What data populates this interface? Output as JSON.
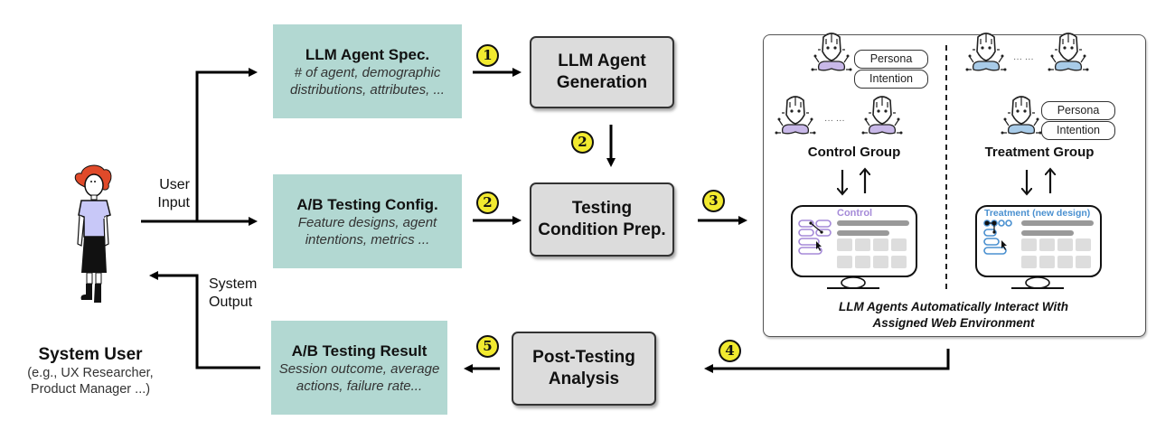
{
  "user": {
    "title": "System User",
    "subtitle_line1": "(e.g., UX Researcher,",
    "subtitle_line2": "Product Manager ...)",
    "input_label_1": "User",
    "input_label_2": "Input",
    "output_label_1": "System",
    "output_label_2": "Output"
  },
  "inputs": {
    "agent_spec": {
      "title": "LLM Agent Spec.",
      "desc_1": "# of agent, demographic",
      "desc_2": "distributions, attributes, ..."
    },
    "ab_config": {
      "title": "A/B Testing Config.",
      "desc_1": "Feature designs, agent",
      "desc_2": "intentions, metrics ..."
    },
    "ab_result": {
      "title": "A/B Testing Result",
      "desc_1": "Session outcome, average",
      "desc_2": "actions, failure rate..."
    }
  },
  "process": {
    "generation": {
      "line1": "LLM Agent",
      "line2": "Generation"
    },
    "prep": {
      "line1": "Testing",
      "line2": "Condition Prep."
    },
    "analysis": {
      "line1": "Post-Testing",
      "line2": "Analysis"
    }
  },
  "steps": {
    "s1": "1",
    "s2a": "2",
    "s2b": "2",
    "s3": "3",
    "s4": "4",
    "s5": "5"
  },
  "environment": {
    "control_group": "Control Group",
    "treatment_group": "Treatment Group",
    "persona": "Persona",
    "intention": "Intention",
    "ellipsis": "··· ···",
    "control_screen_label": "Control",
    "treatment_screen_label": "Treatment (new design)",
    "caption_1": "LLM Agents Automatically Interact With",
    "caption_2": "Assigned Web Environment"
  },
  "colors": {
    "teal": "#b2d8d2",
    "process_gray": "#dcdcdc",
    "step_yellow": "#f2ea2f",
    "control_purple": "#a58ad8",
    "treatment_blue": "#4a90d0",
    "robot_control_body": "#c8b8e8",
    "robot_treatment_body": "#a8cbe8",
    "user_shirt": "#c8c8f8",
    "user_hair": "#e04a2a"
  }
}
